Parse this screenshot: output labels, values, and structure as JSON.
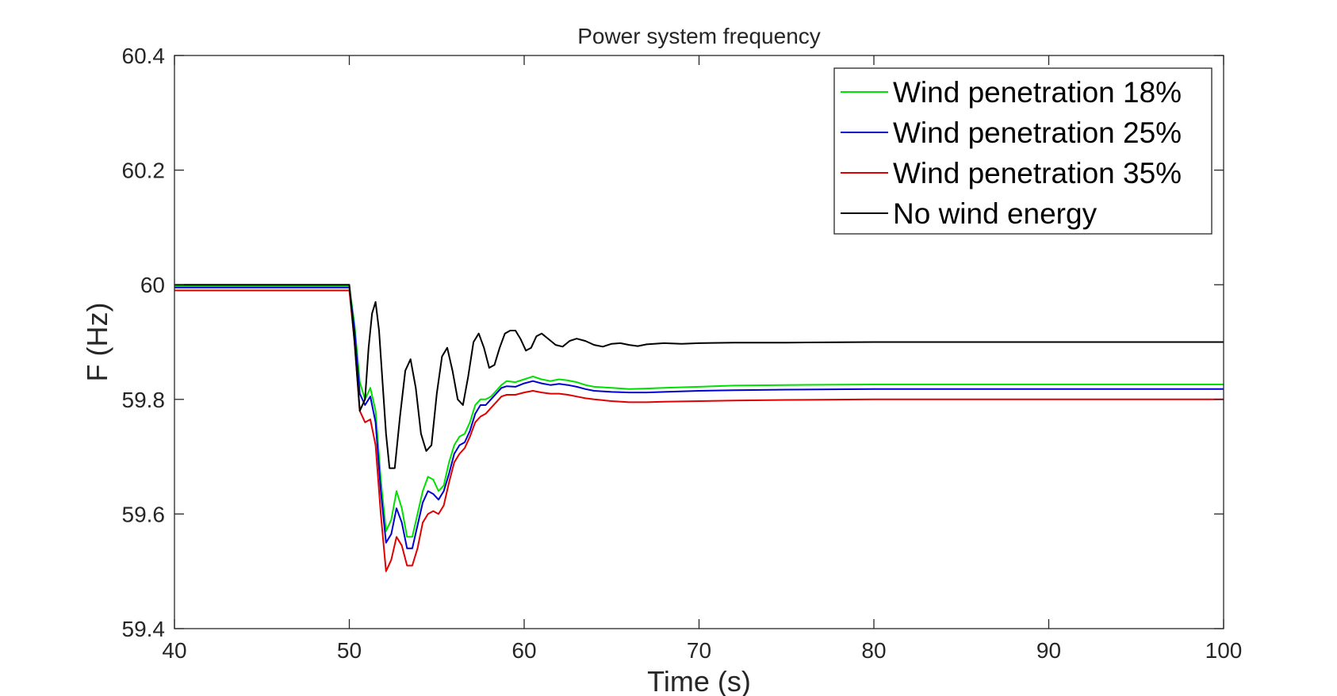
{
  "chart_data": {
    "type": "line",
    "title": "Power system frequency",
    "xlabel": "Time (s)",
    "ylabel": "F (Hz)",
    "xlim": [
      40,
      100
    ],
    "ylim": [
      59.4,
      60.4
    ],
    "xticks": [
      40,
      50,
      60,
      70,
      80,
      90,
      100
    ],
    "yticks": [
      59.4,
      59.6,
      59.8,
      60,
      60.2,
      60.4
    ],
    "xtick_labels": [
      "40",
      "50",
      "60",
      "70",
      "80",
      "90",
      "100"
    ],
    "ytick_labels": [
      "59.4",
      "59.6",
      "59.8",
      "60",
      "60.2",
      "60.4"
    ],
    "grid": false,
    "legend_position": "top-right",
    "series": [
      {
        "name": "Wind penetration 18%",
        "color": "#00e000",
        "x": [
          40,
          50,
          50.3,
          50.6,
          50.9,
          51.2,
          51.5,
          51.8,
          52.1,
          52.4,
          52.7,
          53.0,
          53.3,
          53.6,
          53.9,
          54.2,
          54.5,
          54.8,
          55.1,
          55.4,
          55.7,
          56.0,
          56.3,
          56.6,
          56.9,
          57.2,
          57.5,
          57.8,
          58.1,
          58.4,
          58.7,
          59.0,
          59.5,
          60.0,
          60.5,
          61.0,
          61.5,
          62.0,
          62.5,
          63.0,
          63.5,
          64.0,
          65.0,
          66.0,
          67.0,
          68.0,
          70.0,
          72.0,
          75.0,
          80.0,
          90.0,
          100.0
        ],
        "y": [
          59.998,
          59.998,
          59.93,
          59.83,
          59.8,
          59.82,
          59.78,
          59.66,
          59.57,
          59.59,
          59.64,
          59.61,
          59.56,
          59.56,
          59.6,
          59.64,
          59.665,
          59.66,
          59.64,
          59.65,
          59.69,
          59.72,
          59.735,
          59.74,
          59.76,
          59.79,
          59.8,
          59.8,
          59.805,
          59.815,
          59.825,
          59.832,
          59.83,
          59.835,
          59.84,
          59.835,
          59.832,
          59.835,
          59.833,
          59.83,
          59.825,
          59.822,
          59.82,
          59.818,
          59.819,
          59.82,
          59.822,
          59.824,
          59.825,
          59.826,
          59.826,
          59.826
        ]
      },
      {
        "name": "Wind penetration 25%",
        "color": "#0000d0",
        "x": [
          40,
          50,
          50.3,
          50.6,
          50.9,
          51.2,
          51.5,
          51.8,
          52.1,
          52.4,
          52.7,
          53.0,
          53.3,
          53.6,
          53.9,
          54.2,
          54.5,
          54.8,
          55.1,
          55.4,
          55.7,
          56.0,
          56.3,
          56.6,
          56.9,
          57.2,
          57.5,
          57.8,
          58.1,
          58.4,
          58.7,
          59.0,
          59.5,
          60.0,
          60.5,
          61.0,
          61.5,
          62.0,
          62.5,
          63.0,
          63.5,
          64.0,
          65.0,
          66.0,
          67.0,
          68.0,
          70.0,
          72.0,
          75.0,
          80.0,
          90.0,
          100.0
        ],
        "y": [
          59.995,
          59.995,
          59.92,
          59.81,
          59.79,
          59.805,
          59.76,
          59.64,
          59.55,
          59.565,
          59.61,
          59.585,
          59.54,
          59.54,
          59.58,
          59.62,
          59.64,
          59.635,
          59.625,
          59.64,
          59.67,
          59.705,
          59.72,
          59.725,
          59.745,
          59.775,
          59.79,
          59.79,
          59.8,
          59.81,
          59.82,
          59.823,
          59.822,
          59.828,
          59.832,
          59.828,
          59.825,
          59.827,
          59.825,
          59.822,
          59.818,
          59.815,
          59.813,
          59.812,
          59.812,
          59.813,
          59.815,
          59.816,
          59.817,
          59.818,
          59.818,
          59.818
        ]
      },
      {
        "name": "Wind penetration 35%",
        "color": "#e00000",
        "x": [
          40,
          50,
          50.3,
          50.6,
          50.9,
          51.2,
          51.5,
          51.8,
          52.1,
          52.4,
          52.7,
          53.0,
          53.3,
          53.6,
          53.9,
          54.2,
          54.5,
          54.8,
          55.1,
          55.4,
          55.7,
          56.0,
          56.3,
          56.6,
          56.9,
          57.2,
          57.5,
          57.8,
          58.1,
          58.4,
          58.7,
          59.0,
          59.5,
          60.0,
          60.5,
          61.0,
          61.5,
          62.0,
          62.5,
          63.0,
          63.5,
          64.0,
          65.0,
          66.0,
          67.0,
          68.0,
          70.0,
          72.0,
          75.0,
          80.0,
          90.0,
          100.0
        ],
        "y": [
          59.99,
          59.99,
          59.9,
          59.78,
          59.76,
          59.765,
          59.72,
          59.6,
          59.5,
          59.52,
          59.56,
          59.545,
          59.51,
          59.51,
          59.54,
          59.585,
          59.6,
          59.605,
          59.6,
          59.615,
          59.655,
          59.69,
          59.705,
          59.715,
          59.735,
          59.76,
          59.77,
          59.775,
          59.785,
          59.795,
          59.805,
          59.808,
          59.808,
          59.812,
          59.815,
          59.812,
          59.81,
          59.81,
          59.808,
          59.805,
          59.802,
          59.8,
          59.797,
          59.795,
          59.795,
          59.796,
          59.797,
          59.798,
          59.799,
          59.8,
          59.8,
          59.8
        ]
      },
      {
        "name": "No wind energy",
        "color": "#000000",
        "x": [
          40,
          50,
          50.3,
          50.6,
          50.9,
          51.1,
          51.3,
          51.5,
          51.7,
          51.9,
          52.1,
          52.3,
          52.6,
          52.9,
          53.2,
          53.5,
          53.8,
          54.1,
          54.4,
          54.7,
          55.0,
          55.3,
          55.6,
          55.9,
          56.2,
          56.5,
          56.8,
          57.1,
          57.4,
          57.7,
          58.0,
          58.3,
          58.6,
          58.9,
          59.2,
          59.5,
          59.8,
          60.1,
          60.4,
          60.7,
          61.0,
          61.4,
          61.8,
          62.2,
          62.6,
          63.0,
          63.5,
          64.0,
          64.5,
          65.0,
          65.5,
          66.0,
          66.5,
          67.0,
          68.0,
          69.0,
          70.0,
          72.0,
          75.0,
          80.0,
          90.0,
          100.0
        ],
        "y": [
          60.0,
          60.0,
          59.9,
          59.78,
          59.8,
          59.89,
          59.95,
          59.97,
          59.92,
          59.83,
          59.74,
          59.68,
          59.68,
          59.77,
          59.85,
          59.87,
          59.82,
          59.74,
          59.71,
          59.72,
          59.81,
          59.875,
          59.89,
          59.85,
          59.8,
          59.79,
          59.84,
          59.9,
          59.915,
          59.89,
          59.855,
          59.86,
          59.89,
          59.915,
          59.92,
          59.92,
          59.905,
          59.885,
          59.89,
          59.91,
          59.915,
          59.905,
          59.895,
          59.892,
          59.902,
          59.906,
          59.902,
          59.895,
          59.892,
          59.897,
          59.898,
          59.895,
          59.893,
          59.896,
          59.898,
          59.897,
          59.898,
          59.899,
          59.899,
          59.9,
          59.9,
          59.9
        ]
      }
    ]
  }
}
